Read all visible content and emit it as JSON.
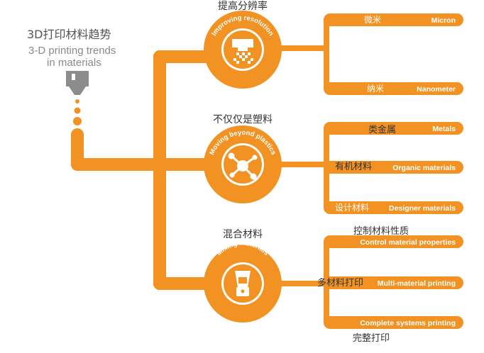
{
  "colors": {
    "orange": "#F29222",
    "printer": "#8C8C8C"
  },
  "title": {
    "cn": "3D打印材料趋势",
    "en_line1": "3-D printing trends",
    "en_line2": "in materials"
  },
  "branches": [
    {
      "cn": "提高分辨率",
      "arc": "Improving resolution",
      "icon": "pixel-printer-icon",
      "leaves": [
        {
          "cn": "微米",
          "en": "Micron"
        },
        {
          "cn": "纳米",
          "en": "Nanometer"
        }
      ]
    },
    {
      "cn": "不仅仅是塑料",
      "arc": "Moving beyond plastics",
      "icon": "molecule-icon",
      "leaves": [
        {
          "cn": "类金属",
          "en": "Metals"
        },
        {
          "cn": "有机材料",
          "en": "Organic materials"
        },
        {
          "cn": "设计材料",
          "en": "Designer materials"
        }
      ]
    },
    {
      "cn": "混合材料",
      "arc": "Mixing materials",
      "icon": "blender-icon",
      "leaves": [
        {
          "cn": "控制材料性质",
          "en": "Control material properties"
        },
        {
          "cn": "多材料打印",
          "en": "Multi-material printing"
        },
        {
          "cn": "完整打印",
          "en": "Complete systems printing"
        }
      ]
    }
  ]
}
